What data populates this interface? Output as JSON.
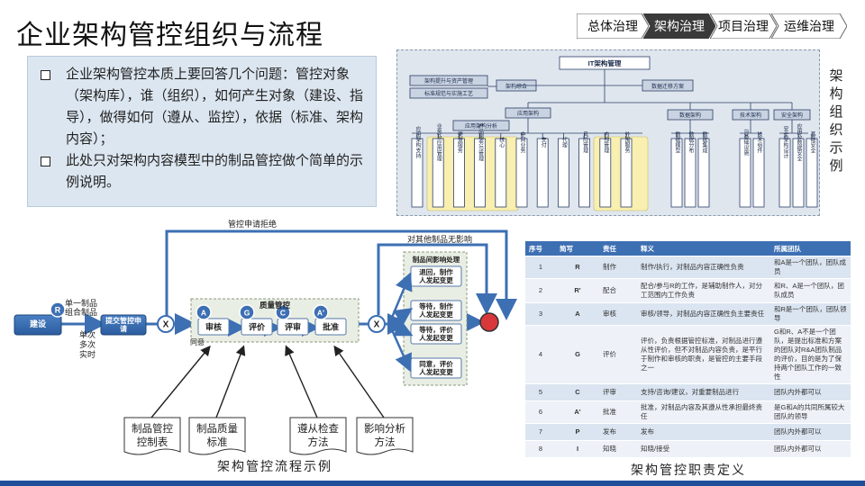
{
  "page": {
    "title": "企业架构管控组织与流程"
  },
  "nav": {
    "steps": [
      "总体治理",
      "架构治理",
      "项目治理",
      "运维治理"
    ],
    "active_index": 1
  },
  "notes": {
    "items": [
      "企业架构管控本质上要回答几个问题：管控对象（架构库），谁（组织），如何产生对象（建设、指导），做得如何（遵从、监控），依据（标准、架构内容）；",
      "此处只对架构内容模型中的制品管控做个简单的示例说明。"
    ]
  },
  "org": {
    "label": "架构组织示例",
    "root": "IT架构管理",
    "side_a": "架构提升与资产管理",
    "side_b": "标准规范与实施工艺",
    "level2": [
      "架构综合",
      "数据迁移方案"
    ],
    "app_arch": "应用架构",
    "app_analysis": "应用架构分析",
    "data_arch": "数据架构",
    "tech_arch": "技术架构",
    "sec_arch": "安全架构",
    "leaves_app": [
      "应用架构支持",
      "业务及应用管理",
      "渠道服务",
      "产品服务与管理",
      "核心",
      "中间业务",
      "支付",
      "代理",
      "风险管理",
      "内部管理",
      "外围服务"
    ],
    "leaves_data": [
      "数据模型",
      "数据分布",
      "数据集成"
    ],
    "leaves_tech": [
      "IT基础设施",
      "技术组件"
    ],
    "leaves_sec": [
      "安全架构设计",
      "应用及数据安全",
      "基础安全"
    ]
  },
  "flow": {
    "caption": "架构管控流程示例",
    "reject_label": "管控申请拒绝",
    "no_impact_label": "对其他制品无影响",
    "build": "建设",
    "single_label": "单一制品",
    "combo_label": "组合制品",
    "per_label": "单次",
    "multi_label": "多次",
    "realtime_label": "实时",
    "submit": "提交管控申请",
    "agree_label": "同意",
    "quality_title": "质量管控",
    "steps": [
      {
        "badge": "A",
        "label": "审核"
      },
      {
        "badge": "G",
        "label": "评价"
      },
      {
        "badge": "C",
        "label": "评审"
      },
      {
        "badge": "A'",
        "label": "批准"
      }
    ],
    "impact_title": "制品间影响处理",
    "impact_items": [
      "退回，制作人发起变更",
      "等待，制作人发起变更",
      "等待，评价人发起变更",
      "同意，评价人发起变更"
    ],
    "gateway": "X",
    "r_badge": "R",
    "inputs": [
      "制品管控控制表",
      "制品质量标准",
      "遵从检查方法",
      "影响分析方法"
    ]
  },
  "table": {
    "caption": "架构管控职责定义",
    "headers": [
      "序号",
      "简写",
      "责任",
      "释义",
      "所属团队"
    ],
    "rows": [
      [
        "1",
        "R",
        "制作",
        "制作/执行，对制品内容正确性负责",
        "和A是一个团队，团队成员"
      ],
      [
        "2",
        "R'",
        "配合",
        "配合/参与R的工作，是辅助制作人，对分工范围内工作负责",
        "和R、A是一个团队，团队成员"
      ],
      [
        "3",
        "A",
        "审核",
        "审核/领导，对制品内容正确性负主要责任",
        "和R是一个团队，团队领导"
      ],
      [
        "4",
        "G",
        "评价",
        "评价，负责根据管控标准，对制品进行遵从性评价，但不对制品内容负责，是平行于制作和审核的职责，是管控的主要手段之一",
        "G和R、A不是一个团队，是提出标准和方案的团队对R&A团队制品的评价，目的是为了保持两个团队工作的一致性"
      ],
      [
        "5",
        "C",
        "评审",
        "支持/咨询/建议，对重要制品进行",
        "团队内外都可以"
      ],
      [
        "6",
        "A'",
        "批准",
        "批准，对制品内容及其遵从性承担最终责任",
        "是G和A的共同所属较大团队的领导"
      ],
      [
        "7",
        "P",
        "发布",
        "发布",
        "团队内外都可以"
      ],
      [
        "8",
        "I",
        "知晓",
        "知晓/接受",
        "团队内外都可以"
      ]
    ]
  }
}
